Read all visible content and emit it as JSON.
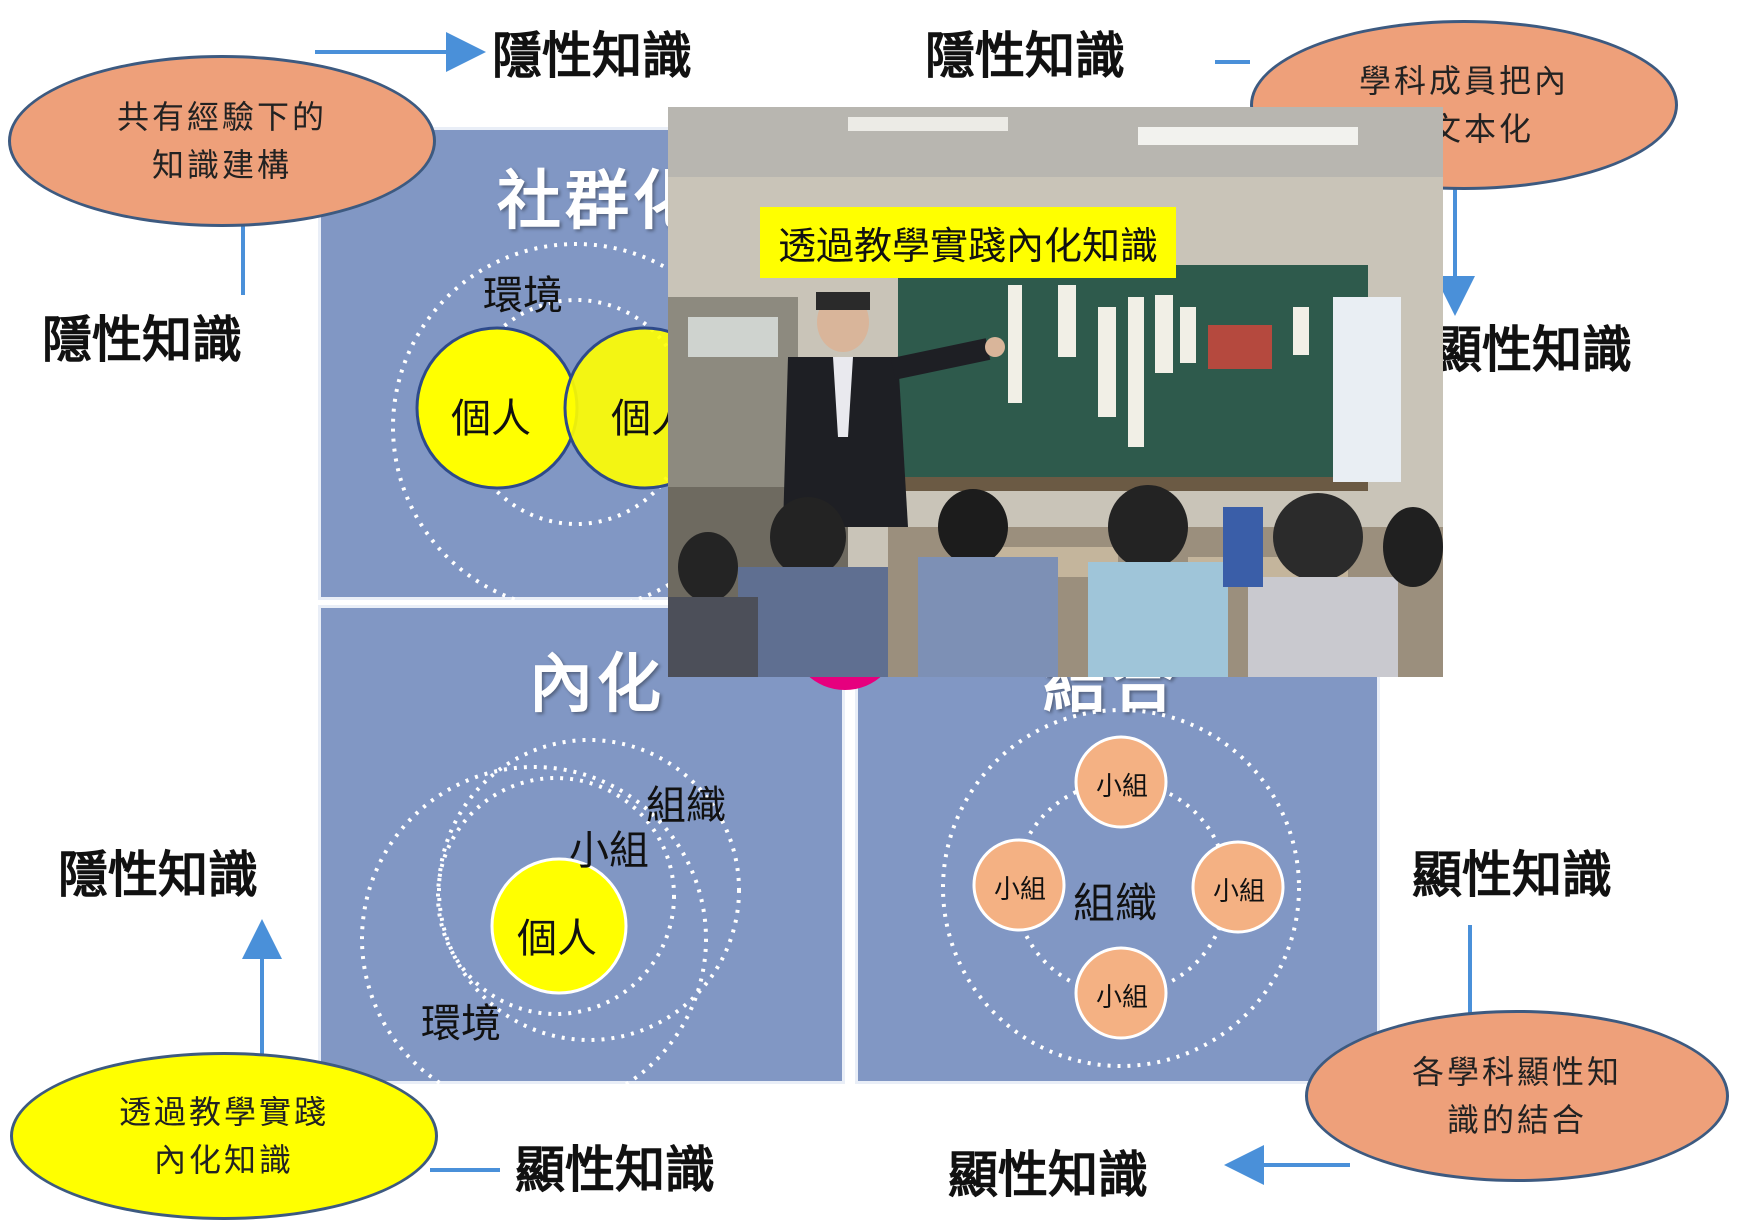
{
  "axis_labels": {
    "top_left": "隱性知識",
    "top_right": "隱性知識",
    "left_upper": "隱性知識",
    "right_upper": "顯性知識",
    "left_lower": "隱性知識",
    "right_lower": "顯性知識",
    "bottom_left": "顯性知識",
    "bottom_right": "顯性知識"
  },
  "quadrants": {
    "socialization": {
      "title": "社群化",
      "environment": "環境",
      "person_left": "個人",
      "person_right": "個人"
    },
    "internalization": {
      "title": "內化",
      "organization": "組織",
      "group": "小組",
      "person": "個人",
      "environment": "環境"
    },
    "combination": {
      "title": "結合",
      "center": "組織",
      "groups": [
        "小組",
        "小組",
        "小組",
        "小組"
      ]
    }
  },
  "callouts": {
    "shared_experience": "共有經驗下的\n知識建構",
    "textualize": "學科成員把內\n識文本化",
    "combine_subjects": "各學科顯性知\n識的結合",
    "internalize_practice": "透過教學實踐\n內化知識"
  },
  "photo": {
    "caption": "透過教學實踐內化知識"
  },
  "colors": {
    "quadrant_fill": "#8197c4",
    "arrow": "#4a90d9",
    "person_circle": "#ffff00",
    "group_circle": "#f4b183",
    "callout_orange": "#eea07a",
    "callout_yellow": "#ffff00"
  }
}
